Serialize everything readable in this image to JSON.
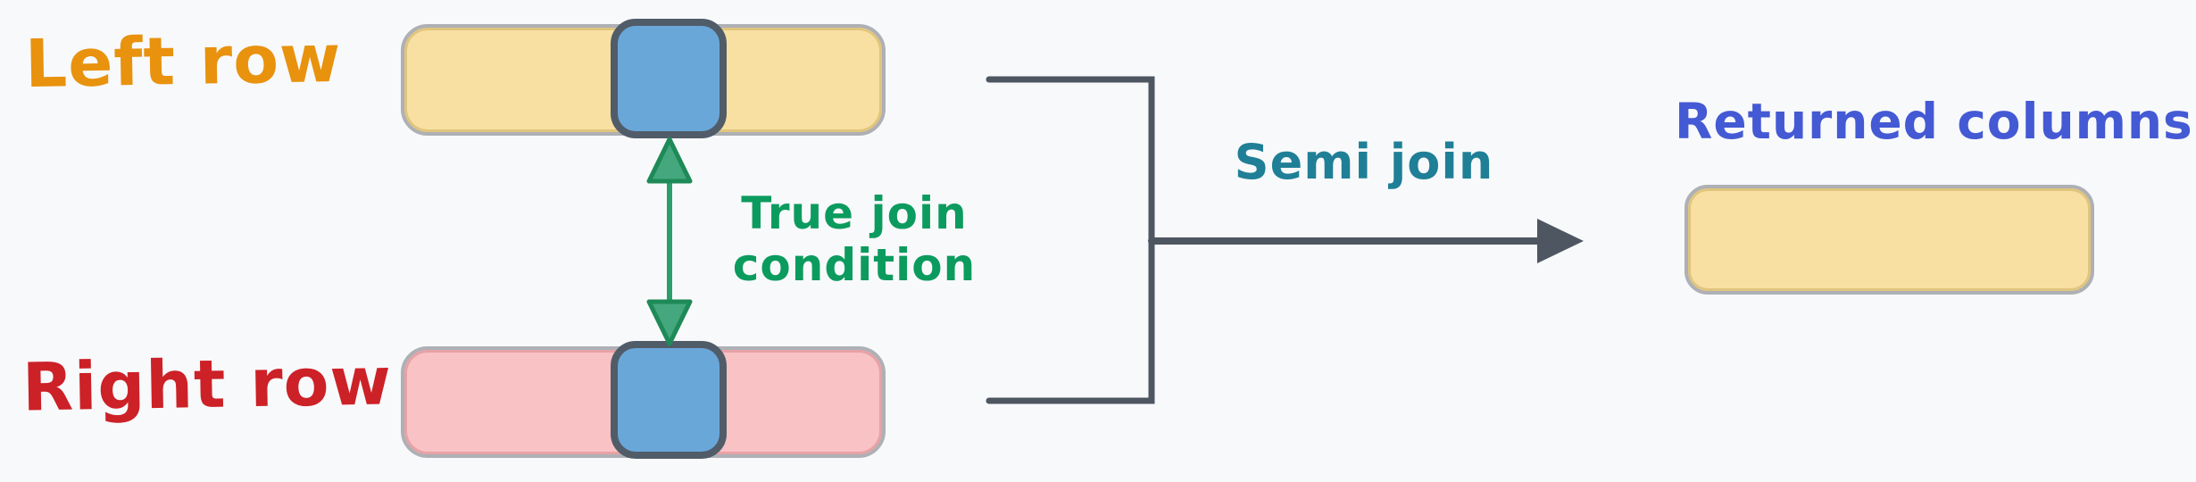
{
  "diagram": {
    "type": "semi-join-explainer",
    "labels": {
      "left_row": "Left row",
      "right_row": "Right row",
      "true_join_line1": "True join",
      "true_join_line2": "condition",
      "semi_join": "Semi join",
      "returned_columns": "Returned columns"
    },
    "nodes": [
      {
        "id": "left-row-bar",
        "kind": "row",
        "fill": "yellow",
        "has_key_cell": true
      },
      {
        "id": "right-row-bar",
        "kind": "row",
        "fill": "pink",
        "has_key_cell": true
      },
      {
        "id": "returned-columns-bar",
        "kind": "row",
        "fill": "yellow",
        "has_key_cell": false
      }
    ],
    "edges": [
      {
        "id": "true-join-condition-arrow",
        "from": "left-row-bar",
        "to": "right-row-bar",
        "style": "double-headed-arrow",
        "label": "True join condition"
      },
      {
        "id": "semi-join-arrow",
        "from": "left-and-right-rows-bracket",
        "to": "returned-columns-bar",
        "style": "single-arrow",
        "label": "Semi join"
      }
    ]
  },
  "colors": {
    "bg": "#f8f9fb",
    "orange": "#e8920e",
    "red": "#cc2127",
    "green_text": "#0c9b5e",
    "green_arrow": "#2b9e6b",
    "green_arrow_dark": "#1e8a57",
    "green_arrow_fill": "#44a77d",
    "teal": "#1f7f96",
    "blue_text": "#4459d4",
    "slate": "#4e5661",
    "yellow_fill": "#f8dfa2",
    "pink_fill": "#f9c2c5",
    "blue_fill": "#6aa7d9",
    "blue_square_border": "#515c69",
    "bar_border": "#aeb0b5"
  }
}
